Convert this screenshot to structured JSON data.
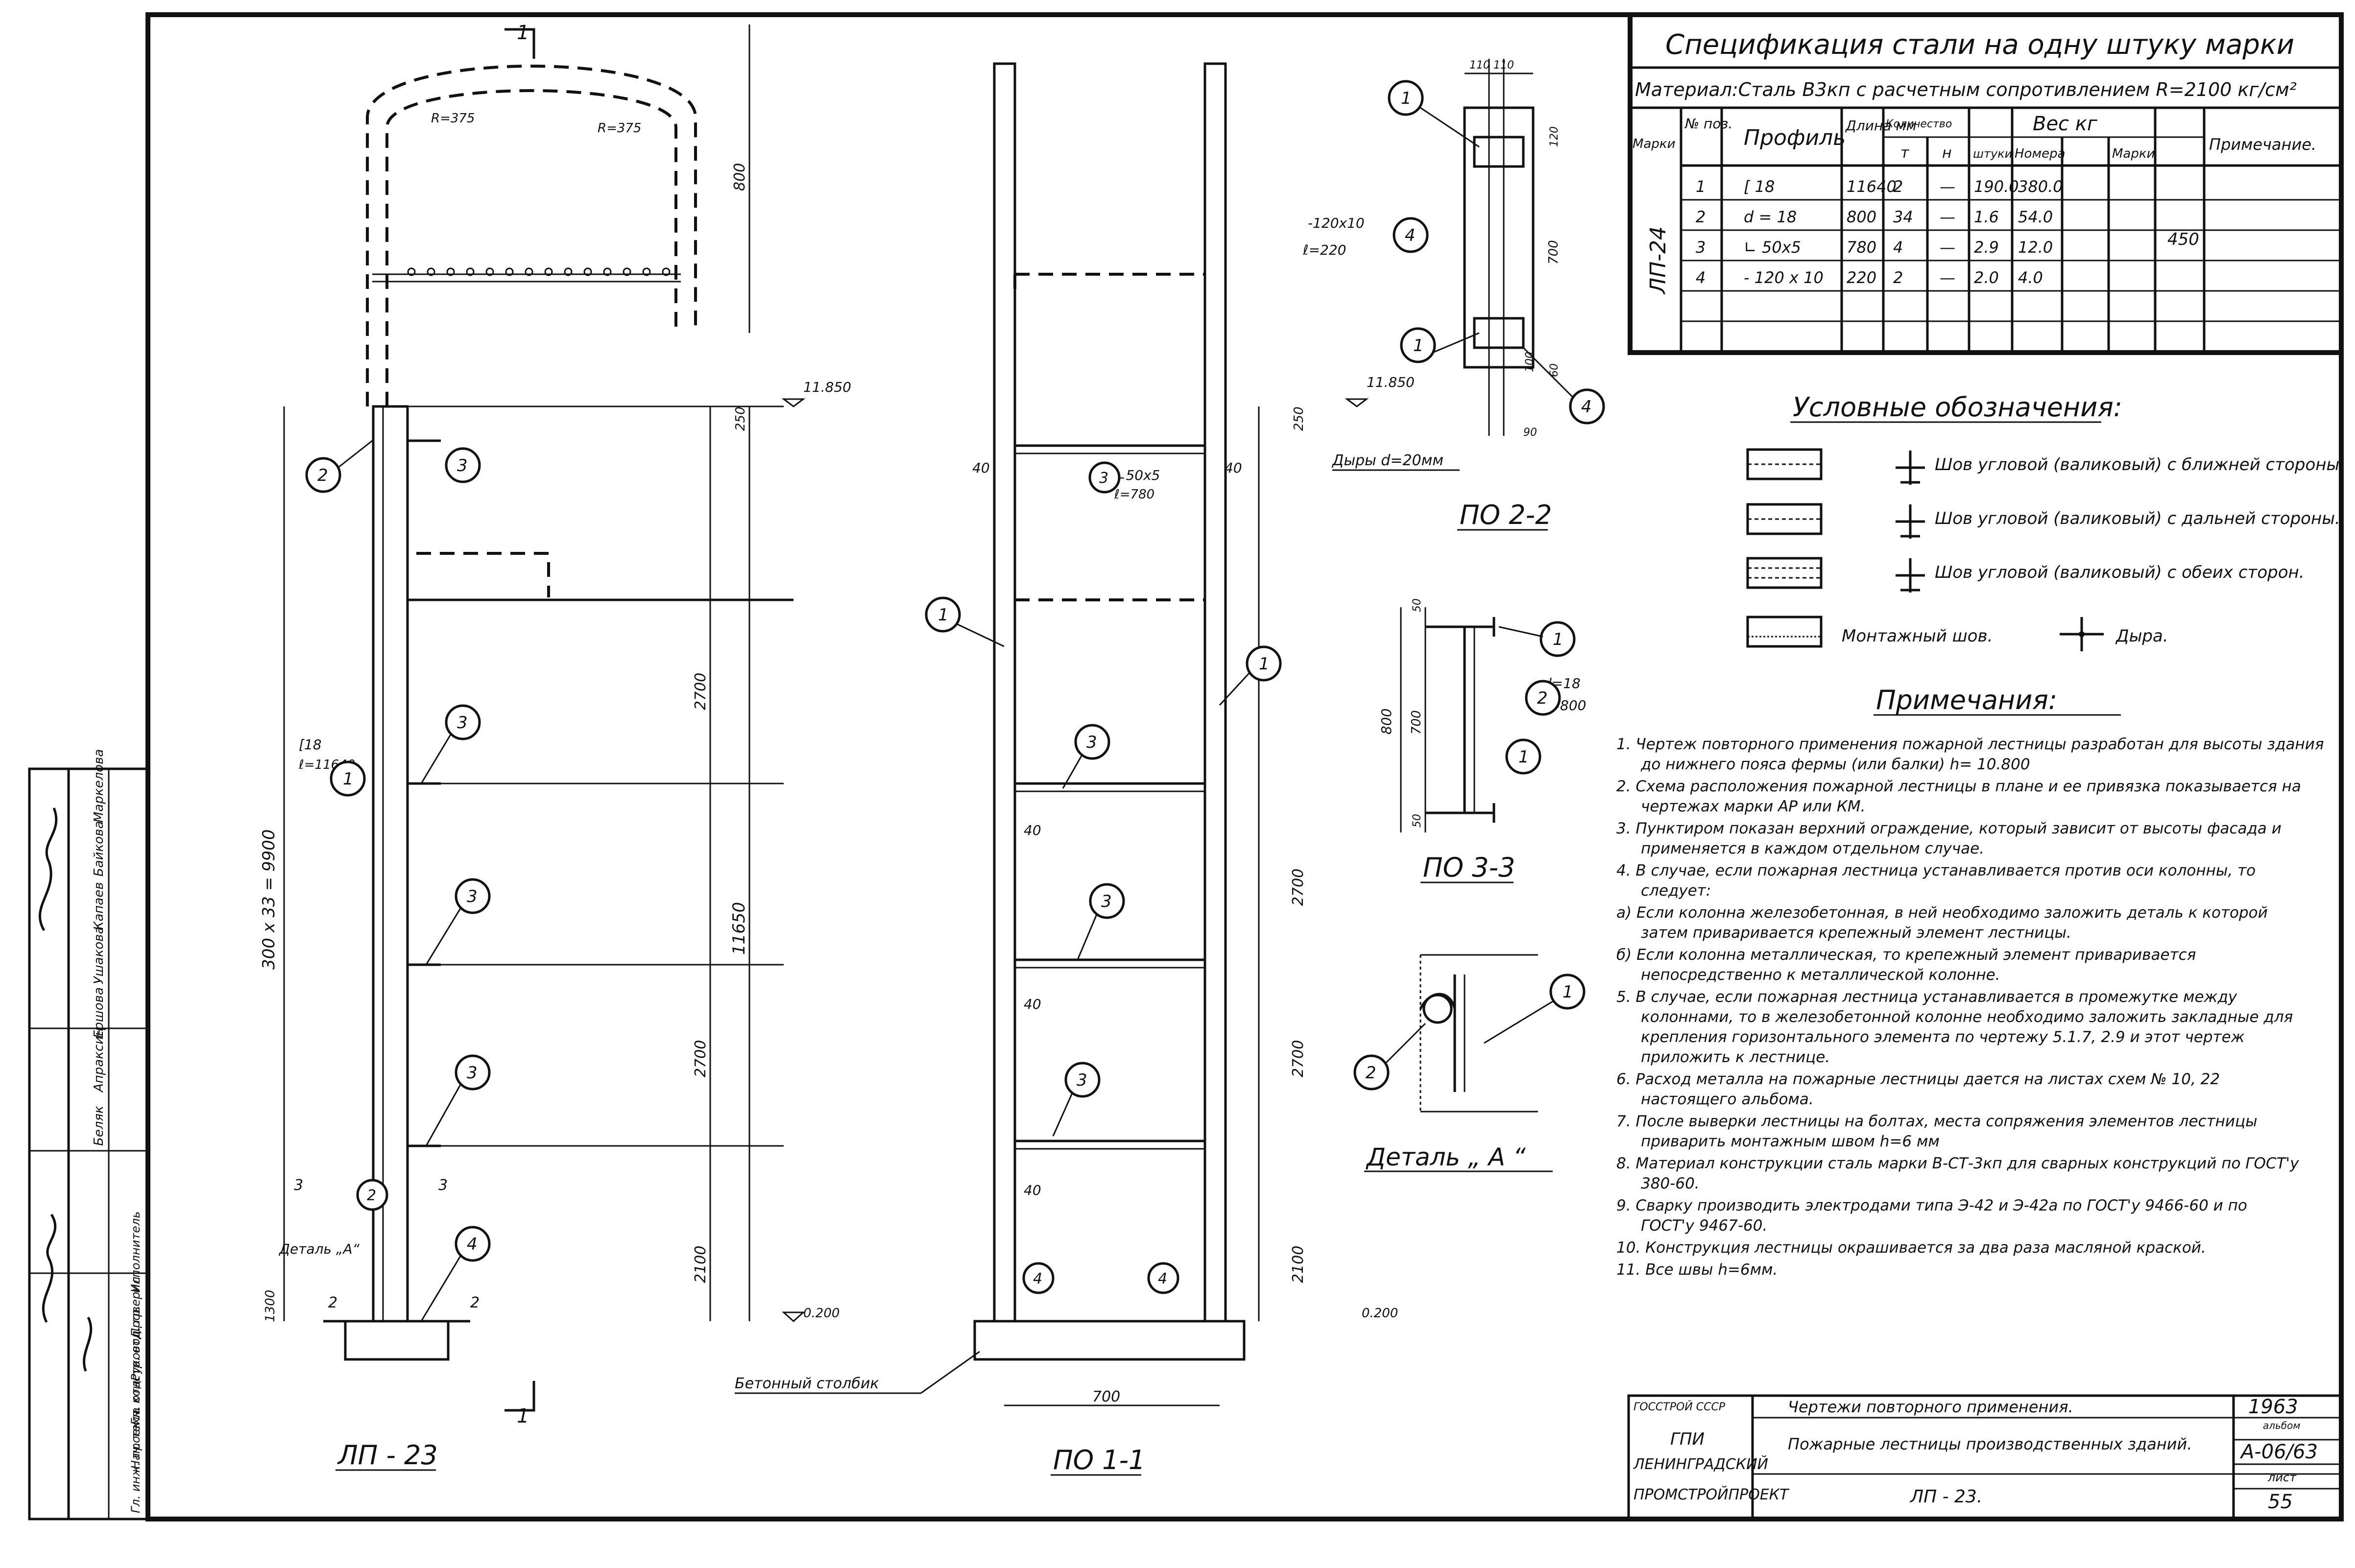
{
  "spec": {
    "title": "Спецификация стали на одну штуку марки",
    "material": "Материал:Сталь В3кп с расчетным сопротивлением R=2100 кг/см²",
    "headers": {
      "mark": "Марки",
      "pos": "№ поз.",
      "profile": "Профиль",
      "length": "Длина мм",
      "qty": "Количество",
      "qty_t": "т",
      "qty_n": "н",
      "weight": "Вес кг",
      "w_piece": "штуки",
      "w_pos": "Номера",
      "w_mark": "Марки",
      "note": "Примечание."
    },
    "mark_value": "ЛП-24",
    "mark_weight": "450",
    "rows": [
      {
        "pos": "1",
        "profile": "[ 18",
        "length": "11640",
        "t": "2",
        "n": "—",
        "piece": "190.0",
        "total": "380.0"
      },
      {
        "pos": "2",
        "profile": "d = 18",
        "length": "800",
        "t": "34",
        "n": "—",
        "piece": "1.6",
        "total": "54.0"
      },
      {
        "pos": "3",
        "profile": "∟ 50x5",
        "length": "780",
        "t": "4",
        "n": "—",
        "piece": "2.9",
        "total": "12.0"
      },
      {
        "pos": "4",
        "profile": "- 120 x 10",
        "length": "220",
        "t": "2",
        "n": "—",
        "piece": "2.0",
        "total": "4.0"
      }
    ]
  },
  "legend": {
    "title": "Условные обозначения:",
    "items": [
      "Шов угловой (валиковый) с ближней стороны.",
      "Шов угловой (валиковый) с дальней стороны.",
      "Шов угловой (валиковый) с обеих сторон.",
      "Монтажный шов.",
      "Дыра."
    ]
  },
  "notes": {
    "title": "Примечания:",
    "items": [
      "1. Чертеж повторного применения пожарной лестницы разработан для высоты здания до нижнего пояса фермы (или балки) h= 10.800",
      "2. Схема расположения пожарной лестницы в плане и ее привязка показывается на чертежах марки АР или КМ.",
      "3. Пунктиром показан верхний ограждение, который зависит от высоты фасада и применяется в каждом отдельном случае.",
      "4. В случае, если пожарная лестница устанавливается против оси колонны, то следует:",
      "а) Если колонна железобетонная, в ней необходимо заложить деталь к которой затем приваривается крепежный элемент лестницы.",
      "б) Если колонна металлическая, то крепежный элемент приваривается непосредственно к металлической колонне.",
      "5. В случае, если пожарная лестница устанавливается в промежутке между колоннами, то в железобетонной колонне необходимо заложить закладные для крепления горизонтального элемента по чертежу 5.1.7, 2.9 и этот чертеж приложить к лестнице.",
      "6. Расход металла на пожарные лестницы дается на листах схем № 10, 22 настоящего альбома.",
      "7. После выверки лестницы на болтах, места сопряжения элементов лестницы приварить монтажным швом h=6 мм",
      "8. Материал конструкции сталь марки В-СТ-3кп для сварных конструкций по ГОСТ'у 380-60.",
      "9. Сварку производить электродами типа Э-42 и Э-42а по ГОСТ'у 9466-60 и по ГОСТ'у 9467-60.",
      "10. Конструкция лестницы окрашивается за два раза масляной краской.",
      "11. Все швы h=6мм."
    ]
  },
  "views": {
    "lp23": "ЛП - 23",
    "po11": "ПО 1-1",
    "po22": "ПО 2-2",
    "po33": "ПО 3-3",
    "detail": "Деталь „ А “",
    "concrete": "Бетонный столбик",
    "holes": "Дыры d=20мм",
    "detail_ref": "Деталь „А“"
  },
  "dims": {
    "top": "800",
    "r1": "R=375",
    "r2": "R=375",
    "lv1": "11.850",
    "lv2": "11.850",
    "lv0": "0.200",
    "lv0b": "0.200",
    "d250a": "250",
    "d250b": "250",
    "total": "11650",
    "rungs": "300 x 33 = 9900",
    "s2700a": "2700",
    "s2700b": "2700",
    "s2100": "2100",
    "s1300": "1300",
    "r2700a": "2700",
    "r2700b": "2700",
    "r2100": "2100",
    "w700": "700",
    "d40": "40",
    "c18": "[18",
    "l11640": "ℓ=11640",
    "angle": "∟50x5",
    "l780": "ℓ=780",
    "plate": "-120x10",
    "l220": "ℓ=220",
    "d18": "d=18",
    "l800": "ℓ=800",
    "p22w": "110 110",
    "p22h": "700",
    "p22a": "120",
    "p22b": "100",
    "p22c": "60",
    "p22d": "90",
    "p33a": "800",
    "p33b": "700",
    "p33c": "50",
    "p33d": "50"
  },
  "callouts": {
    "c1": "1",
    "c2": "2",
    "c3": "3",
    "c4": "4",
    "sec1": "1",
    "sec2": "2",
    "sec3": "3"
  },
  "stamp": {
    "org1": "ГОССТРОЙ СССР",
    "org2": "ГПИ",
    "org3": "ЛЕНИНГРАДСКИЙ",
    "org4": "ПРОМСТРОЙПРОЕКТ",
    "t1": "Чертежи повторного применения.",
    "t2": "Пожарные лестницы производственных зданий.",
    "t3": "ЛП - 23.",
    "year": "1963",
    "album_label": "альбом",
    "album": "А-06/63",
    "sheet_label": "лист",
    "sheet": "55"
  },
  "side_stamp": {
    "roles": [
      "Гл. инж. проекта",
      "Нач. техн. отд.",
      "Гл. констр. отд.",
      "Руковод. гр.",
      "Проверил",
      "Исполнитель"
    ],
    "names": [
      "Беляк",
      "Апраксин",
      "Ершова",
      "Ушакова",
      "Капаев",
      "Байкова",
      "Маркелова"
    ]
  }
}
